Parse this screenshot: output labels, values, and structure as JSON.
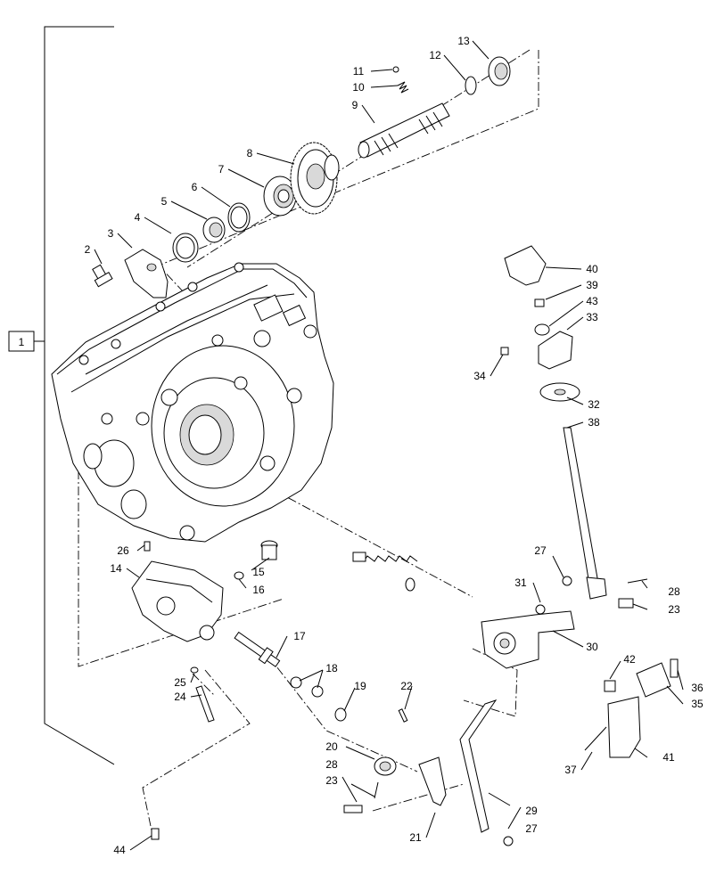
{
  "assembly": {
    "label": "1"
  },
  "callouts": [
    {
      "id": "c2",
      "label": "2"
    },
    {
      "id": "c3",
      "label": "3"
    },
    {
      "id": "c4",
      "label": "4"
    },
    {
      "id": "c5",
      "label": "5"
    },
    {
      "id": "c6",
      "label": "6"
    },
    {
      "id": "c7",
      "label": "7"
    },
    {
      "id": "c8",
      "label": "8"
    },
    {
      "id": "c9",
      "label": "9"
    },
    {
      "id": "c10",
      "label": "10"
    },
    {
      "id": "c11",
      "label": "11"
    },
    {
      "id": "c12",
      "label": "12"
    },
    {
      "id": "c13",
      "label": "13"
    },
    {
      "id": "c14",
      "label": "14"
    },
    {
      "id": "c15",
      "label": "15"
    },
    {
      "id": "c16",
      "label": "16"
    },
    {
      "id": "c17",
      "label": "17"
    },
    {
      "id": "c18",
      "label": "18"
    },
    {
      "id": "c19",
      "label": "19"
    },
    {
      "id": "c20",
      "label": "20"
    },
    {
      "id": "c21",
      "label": "21"
    },
    {
      "id": "c22",
      "label": "22"
    },
    {
      "id": "c23a",
      "label": "23"
    },
    {
      "id": "c23b",
      "label": "23"
    },
    {
      "id": "c24",
      "label": "24"
    },
    {
      "id": "c25",
      "label": "25"
    },
    {
      "id": "c26",
      "label": "26"
    },
    {
      "id": "c27a",
      "label": "27"
    },
    {
      "id": "c27b",
      "label": "27"
    },
    {
      "id": "c28a",
      "label": "28"
    },
    {
      "id": "c28b",
      "label": "28"
    },
    {
      "id": "c29",
      "label": "29"
    },
    {
      "id": "c30",
      "label": "30"
    },
    {
      "id": "c31",
      "label": "31"
    },
    {
      "id": "c32",
      "label": "32"
    },
    {
      "id": "c33",
      "label": "33"
    },
    {
      "id": "c34",
      "label": "34"
    },
    {
      "id": "c35",
      "label": "35"
    },
    {
      "id": "c36",
      "label": "36"
    },
    {
      "id": "c37",
      "label": "37"
    },
    {
      "id": "c38",
      "label": "38"
    },
    {
      "id": "c39",
      "label": "39"
    },
    {
      "id": "c40",
      "label": "40"
    },
    {
      "id": "c41",
      "label": "41"
    },
    {
      "id": "c42",
      "label": "42"
    },
    {
      "id": "c43",
      "label": "43"
    },
    {
      "id": "c44",
      "label": "44"
    }
  ]
}
